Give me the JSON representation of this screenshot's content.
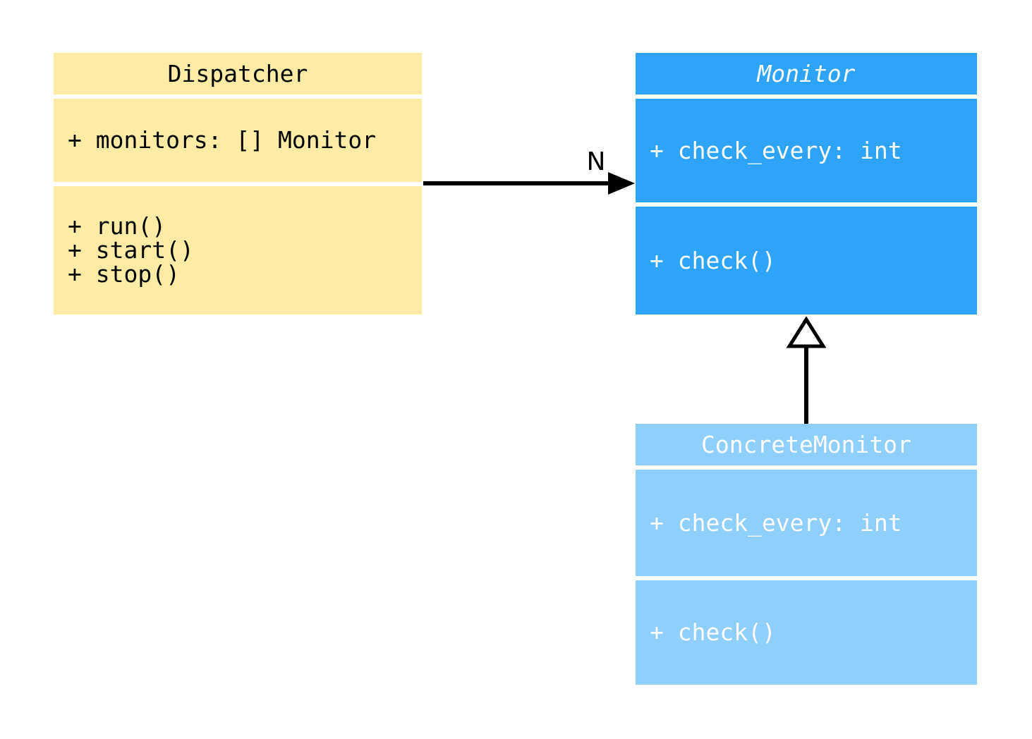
{
  "diagram": {
    "type": "uml-class-diagram",
    "background": "#ffffff",
    "classes": [
      {
        "name": "Dispatcher",
        "abstract": false,
        "fill": "#FDEBA6",
        "text_color": "#000000",
        "attributes": [
          "+ monitors: [] Monitor"
        ],
        "methods": [
          "+ run()",
          "+ start()",
          "+ stop()"
        ]
      },
      {
        "name": "Monitor",
        "abstract": true,
        "fill": "#2EA4F9",
        "text_color": "#FFFFFF",
        "attributes": [
          "+ check_every: int"
        ],
        "methods": [
          "+ check()"
        ]
      },
      {
        "name": "ConcreteMonitor",
        "abstract": false,
        "fill": "#8ECFFB",
        "text_color": "#FFFFFF",
        "attributes": [
          "+ check_every: int"
        ],
        "methods": [
          "+ check()"
        ]
      }
    ],
    "relations": [
      {
        "type": "association",
        "from": "Dispatcher",
        "to": "Monitor",
        "label": "N",
        "line_color": "#000000"
      },
      {
        "type": "inheritance",
        "from": "ConcreteMonitor",
        "to": "Monitor",
        "label": "",
        "line_color": "#000000"
      }
    ]
  }
}
